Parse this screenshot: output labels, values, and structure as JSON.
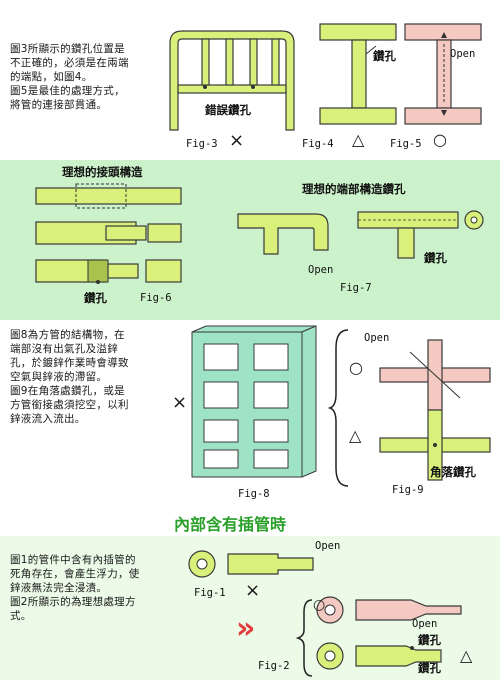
{
  "section1": {
    "text": "圖3所顯示的鑽孔位置是\n不正確的，必須是在兩端\n的端點，如圖4。\n圖5是最佳的處理方式，\n將管的連接部貫通。",
    "fig3_label": "Fig-3",
    "fig3_mark": "×",
    "fig3_caption": "錯誤鑽孔",
    "fig4_label": "Fig-4",
    "fig4_mark": "△",
    "fig4_caption": "鑽孔",
    "fig5_label": "Fig-5",
    "fig5_mark": "○",
    "fig5_caption": "Open"
  },
  "section2": {
    "heading_left": "理想的接頭構造",
    "heading_right": "理想的端部構造鑽孔",
    "fig6_label": "Fig-6",
    "fig6_caption": "鑽孔",
    "fig7_label": "Fig-7",
    "fig7_open": "Open",
    "fig7_caption": "鑽孔"
  },
  "section3": {
    "text": "圖8為方管的結構物，在\n端部沒有出氣孔及溢鋅\n孔，於鍍鋅作業時會導致\n空氣與鋅液的滯留。\n圖9在角落處鑽孔，或是\n方管銜接處須挖空，以利\n鋅液流入流出。",
    "fig8_mark": "×",
    "fig8_label": "Fig-8",
    "fig9_open": "Open",
    "fig9_mark_circle": "○",
    "fig9_mark_triangle": "△",
    "fig9_caption": "角落鑽孔",
    "fig9_label": "Fig-9"
  },
  "section4": {
    "title": "內部含有插管時",
    "text": "圖1的管件中含有內插管的\n死角存在，會產生浮力，使\n鋅液無法完全浸漬。\n圖2所顯示的為理想處理方\n式。",
    "fig1_open": "Open",
    "fig1_label": "Fig-1",
    "fig1_mark": "×",
    "fig2_mark_circle": "○",
    "fig2_open": "Open",
    "fig2_caption_top": "鑽孔",
    "fig2_caption_bottom": "鑽孔",
    "fig2_mark_triangle": "△",
    "fig2_label": "Fig-2",
    "arrow": "»"
  },
  "colors": {
    "band_green": "#ccf2cb",
    "pipe_yellow": "#d9f07a",
    "grid_teal": "#9fe3c6",
    "title_green": "#2aa02a",
    "arrow_red": "#e23b3b",
    "pink": "#f3c9c2"
  }
}
